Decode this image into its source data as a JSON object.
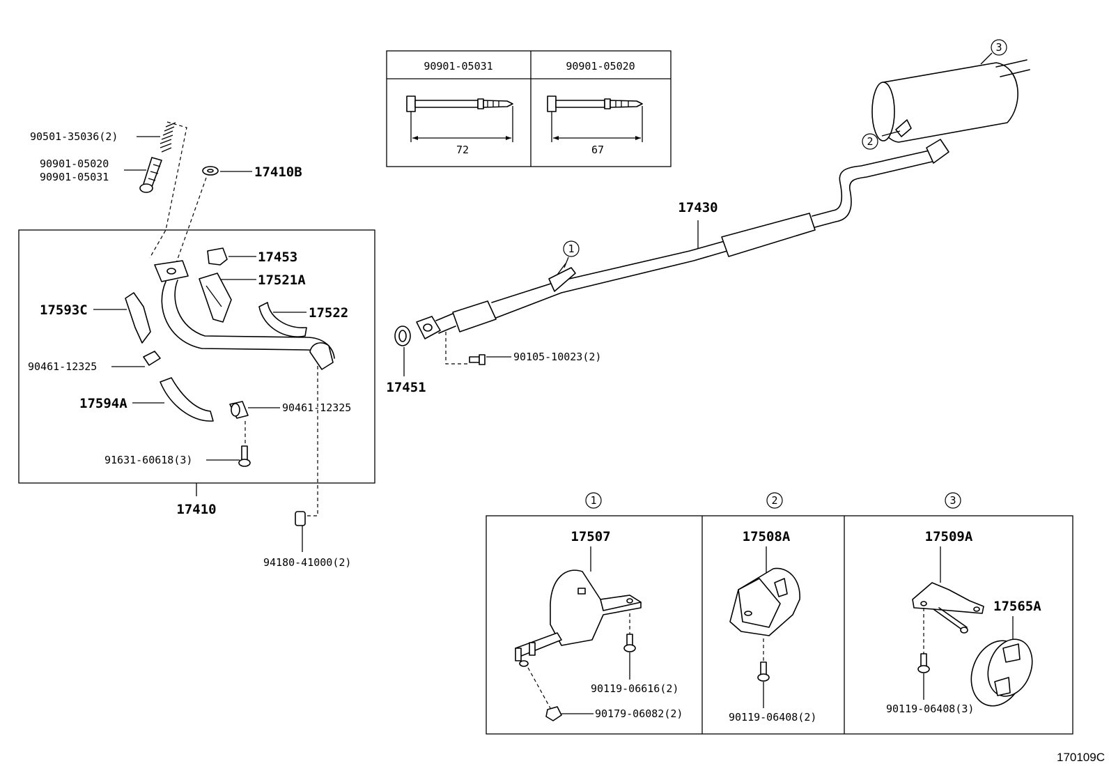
{
  "diagram_code": "170109C",
  "bolt_table": {
    "col1_part": "90901-05031",
    "col1_length": "72",
    "col2_part": "90901-05020",
    "col2_length": "67"
  },
  "labels": {
    "p90501_35036": "90501-35036(2)",
    "p90901_05020": "90901-05020",
    "p90901_05031": "90901-05031",
    "p17410B": "17410B",
    "p17453": "17453",
    "p17521A": "17521A",
    "p17522": "17522",
    "p17593C": "17593C",
    "p90461_12325_a": "90461-12325",
    "p17594A": "17594A",
    "p90461_12325_b": "90461-12325",
    "p91631_60618": "91631-60618(3)",
    "p17410": "17410",
    "p94180_41000": "94180-41000(2)",
    "p17430": "17430",
    "p17451": "17451",
    "p90105_10023": "90105-10023(2)",
    "p17507": "17507",
    "p90119_06616": "90119-06616(2)",
    "p90179_06082": "90179-06082(2)",
    "p17508A": "17508A",
    "p90119_06408_a": "90119-06408(2)",
    "p17509A": "17509A",
    "p17565A": "17565A",
    "p90119_06408_b": "90119-06408(3)"
  },
  "callouts": {
    "c1": "1",
    "c2": "2",
    "c3": "3"
  }
}
